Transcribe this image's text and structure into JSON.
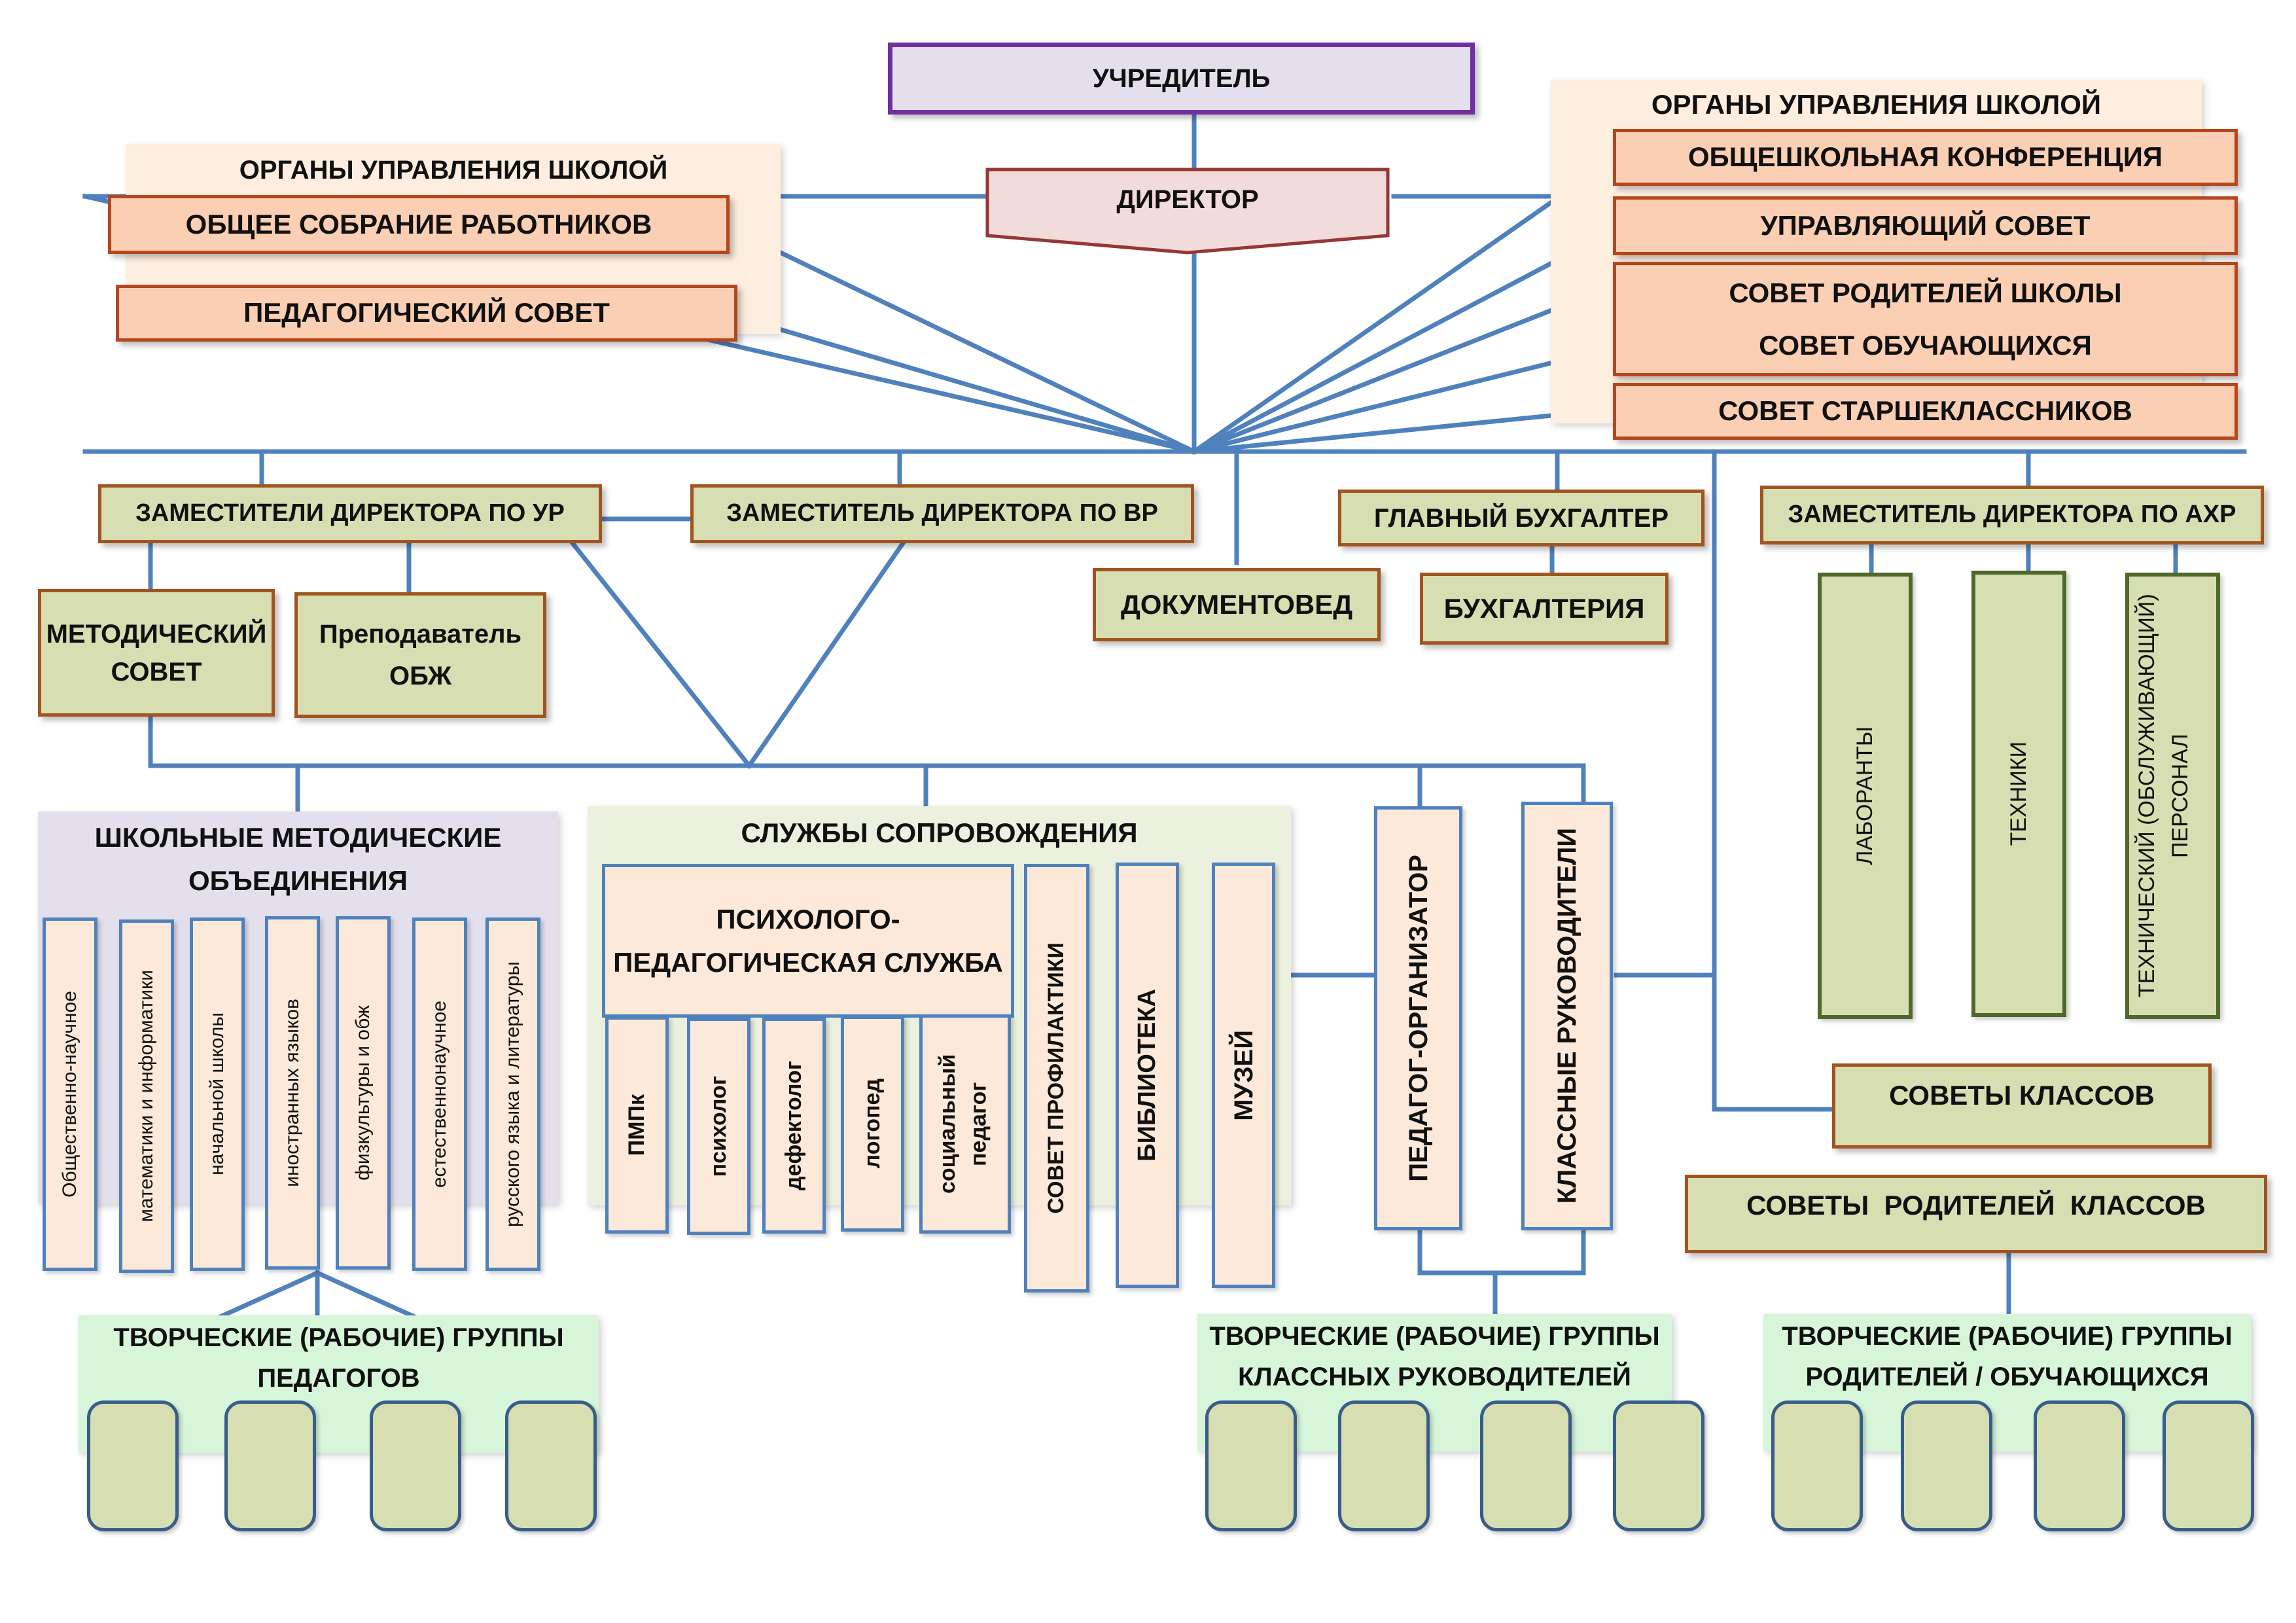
{
  "founder": "УЧРЕДИТЕЛЬ",
  "director": "ДИРЕКТОР",
  "left_governance": {
    "title": "ОРГАНЫ УПРАВЛЕНИЯ ШКОЛОЙ",
    "items": [
      "ОБЩЕЕ СОБРАНИЕ РАБОТНИКОВ",
      "ПЕДАГОГИЧЕСКИЙ СОВЕТ"
    ]
  },
  "right_governance": {
    "title": "ОРГАНЫ УПРАВЛЕНИЯ ШКОЛОЙ",
    "items": [
      "ОБЩЕШКОЛЬНАЯ КОНФЕРЕНЦИЯ",
      "УПРАВЛЯЮЩИЙ СОВЕТ",
      "СОВЕТ РОДИТЕЛЕЙ ШКОЛЫ",
      "СОВЕТ ОБУЧАЮЩИХСЯ",
      "СОВЕТ СТАРШЕКЛАССНИКОВ"
    ]
  },
  "deputies": {
    "ur": "ЗАМЕСТИТЕЛИ ДИРЕКТОРА ПО УР",
    "vr": "ЗАМЕСТИТЕЛЬ ДИРЕКТОРА ПО ВР",
    "ahr": "ЗАМЕСТИТЕЛЬ ДИРЕКТОРА ПО АХР"
  },
  "accountant": "ГЛАВНЫЙ БУХГАЛТЕР",
  "records_clerk": "ДОКУМЕНТОВЕД",
  "accounting": "БУХГАЛТЕРИЯ",
  "methodical_council": {
    "line1": "МЕТОДИЧЕСКИЙ",
    "line2": "СОВЕТ"
  },
  "obzh_teacher": {
    "line1": "Преподаватель",
    "line2": "ОБЖ"
  },
  "ahr_staff": [
    "ЛАБОРАНТЫ",
    "ТЕХНИКИ",
    "ТЕХНИЧЕСКИЙ (ОБСЛУЖИВАЮЩИЙ) ПЕРСОНАЛ"
  ],
  "school_methodical": {
    "title_line1": "ШКОЛЬНЫЕ МЕТОДИЧЕСКИЕ",
    "title_line2": "ОБЪЕДИНЕНИЯ",
    "items": [
      "Общественно-научное",
      "математики и информатики",
      "начальной школы",
      "иностранных языков",
      "физкультуры и обж",
      "естественнонаучное",
      "русского языка и литературы"
    ]
  },
  "support_services": {
    "title": "СЛУЖБЫ СОПРОВОЖДЕНИЯ",
    "ppc_line1": "ПСИХОЛОГО-",
    "ppc_line2": "ПЕДАГОГИЧЕСКАЯ СЛУЖБА",
    "ppc_items": [
      "ПМПк",
      "психолог",
      "дефектолог",
      "логопед",
      "социальный педагог"
    ],
    "others": [
      "СОВЕТ ПРОФИЛАКТИКИ",
      "БИБЛИОТЕКА",
      "МУЗЕЙ"
    ]
  },
  "organizer": "ПЕДАГОГ-ОРГАНИЗАТОР",
  "class_teachers": "КЛАССНЫЕ РУКОВОДИТЕЛИ",
  "class_councils": "СОВЕТЫ КЛАССОВ",
  "parent_councils": "СОВЕТЫ  РОДИТЕЛЕЙ  КЛАССОВ",
  "groups": [
    {
      "line1": "ТВОРЧЕСКИЕ (РАБОЧИЕ) ГРУППЫ",
      "line2": "ПЕДАГОГОВ"
    },
    {
      "line1": "ТВОРЧЕСКИЕ (РАБОЧИЕ) ГРУППЫ",
      "line2": "КЛАССНЫХ РУКОВОДИТЕЛЕЙ"
    },
    {
      "line1": "ТВОРЧЕСКИЕ (РАБОЧИЕ) ГРУППЫ",
      "line2": "РОДИТЕЛЕЙ / ОБУЧАЮЩИХСЯ"
    }
  ],
  "colors": {
    "line": "#4f81bd",
    "peach": "#fbcfb3",
    "olive": "#d6deb2",
    "lavender": "#e4dfec",
    "sand": "#fdeee0",
    "mint": "#d7f5d8",
    "lightgreen": "#ebf1de"
  }
}
